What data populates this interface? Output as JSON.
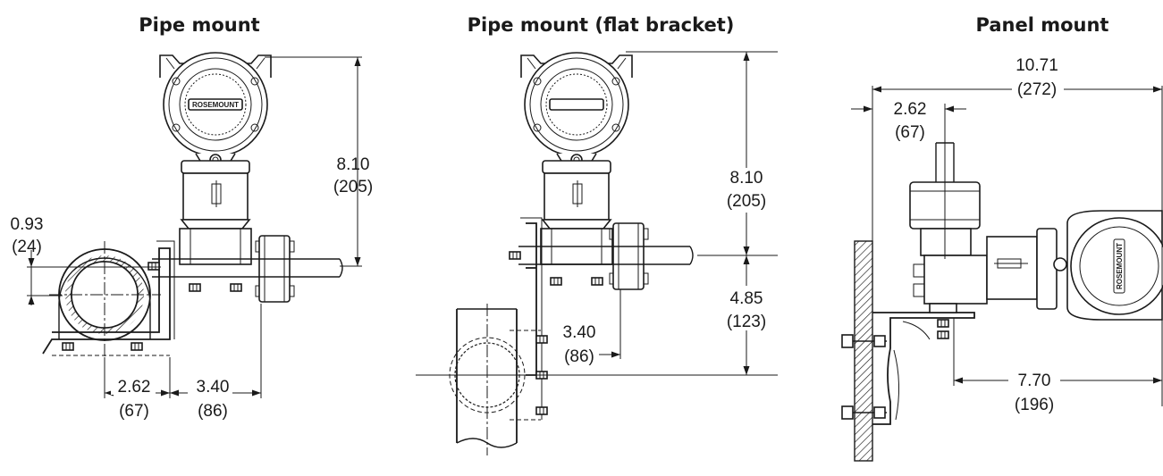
{
  "titles": {
    "pipe_mount": "Pipe mount",
    "pipe_mount_flat": "Pipe mount (flat bracket)",
    "panel_mount": "Panel mount"
  },
  "brand": "ROSEMOUNT",
  "pipe_mount": {
    "height": {
      "in": "8.10",
      "mm": "(205)"
    },
    "offset": {
      "in": "0.93",
      "mm": "(24)"
    },
    "pipe_to_bracket": {
      "in": "2.62",
      "mm": "(67)"
    },
    "bracket_to_flange": {
      "in": "3.40",
      "mm": "(86)"
    }
  },
  "pipe_mount_flat": {
    "height": {
      "in": "8.10",
      "mm": "(205)"
    },
    "lower": {
      "in": "4.85",
      "mm": "(123)"
    },
    "depth": {
      "in": "3.40",
      "mm": "(86)"
    }
  },
  "panel_mount": {
    "overall": {
      "in": "10.71",
      "mm": "(272)"
    },
    "panel_to_axis": {
      "in": "2.62",
      "mm": "(67)"
    },
    "axis_to_end": {
      "in": "7.70",
      "mm": "(196)"
    }
  }
}
